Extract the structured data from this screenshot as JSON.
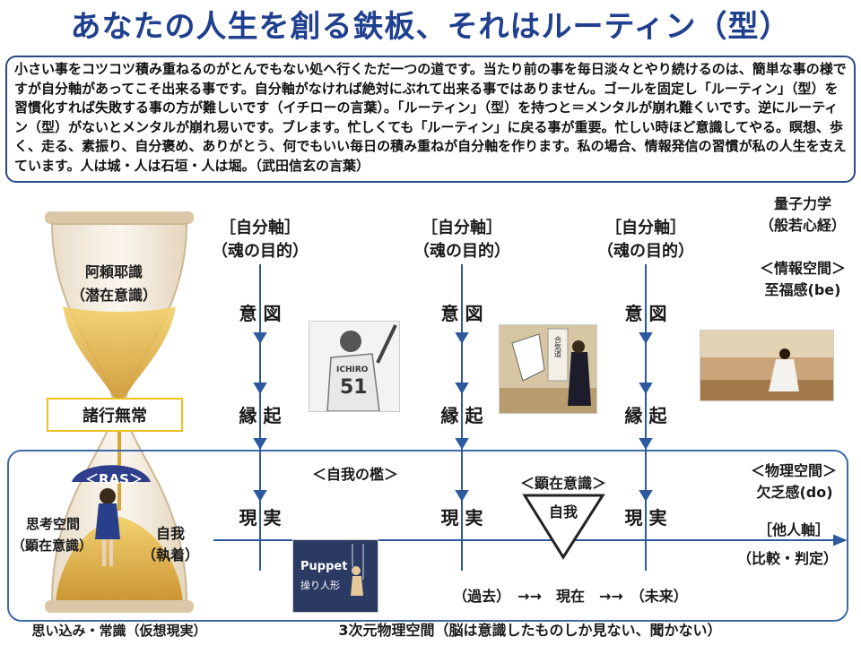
{
  "title": "あなたの人生を創る鉄板、それはルーティン（型）",
  "summary": "小さい事をコツコツ積み重ねるのがとんでもない処へ行くただ一つの道です。当たり前の事を毎日淡々とやり続けるのは、簡単な事の様ですが自分軸があってこそ出来る事です。自分軸がなければ絶対にぶれて出来る事ではありません。ゴールを固定し「ルーティン」（型）を習慣化すれば失敗する事の方が難しいです（イチローの言葉）。「ルーティン」（型）を持つと＝メンタルが崩れ難くいです。逆にルーティン（型）がないとメンタルが崩れ易いです。ブレます。忙しくても「ルーティン」に戻る事が重要。忙しい時ほど意識してやる。瞑想、歩く、走る、素振り、自分褒め、ありがとう、何でもいい毎日の積み重ねが自分軸を作ります。私の場合、情報発信の習慣が私の人生を支えています。人は城・人は石垣・人は堀。（武田信玄の言葉）",
  "hourglass": {
    "top_label_1": "阿頼耶識",
    "top_label_2": "（潜在意識）",
    "shogyo": "諸行無常",
    "ras": "＜RAS＞",
    "left_label_1": "思考空間",
    "left_label_2": "（顕在意識）",
    "right_label_1": "自我",
    "right_label_2": "（執着）",
    "bottom_label": "思い込み・常識（仮想現実）"
  },
  "columns": [
    {
      "axis": "［自分軸］",
      "purpose": "（魂の目的）",
      "intent": "意 図",
      "engi": "縁 起",
      "reality": "現 実"
    },
    {
      "axis": "［自分軸］",
      "purpose": "（魂の目的）",
      "intent": "意 図",
      "engi": "縁 起",
      "reality": "現 実"
    },
    {
      "axis": "［自分軸］",
      "purpose": "（魂の目的）",
      "intent": "意 図",
      "engi": "縁 起",
      "reality": "現 実"
    }
  ],
  "right_top": {
    "quantum": "量子力学",
    "hannya": "（般若心経）",
    "info_space": "＜情報空間＞",
    "bliss": "至福感(be)"
  },
  "right_bottom": {
    "phys_space": "＜物理空間＞",
    "lack": "欠乏感(do)",
    "other_axis": "［他人軸］",
    "compare": "（比較・判定）"
  },
  "cage": "＜自我の檻＞",
  "conscious": "＜顕在意識＞",
  "ego": "自我",
  "timeline": "（過去）　→→　現在　→→　（未来）",
  "puppet_1": "Puppet",
  "puppet_2": "操り人形",
  "jersey_name": "ICHIRO",
  "jersey_number": "51",
  "scroll_text": "合気道",
  "bottom_caption": "3次元物理空間（脳は意識したものしか見ない、聞かない）",
  "colors": {
    "title": "#1f3f8f",
    "frame": "#2a4a86",
    "axis_line": "#2d5a9e",
    "shogyo_border": "#f0c020"
  }
}
